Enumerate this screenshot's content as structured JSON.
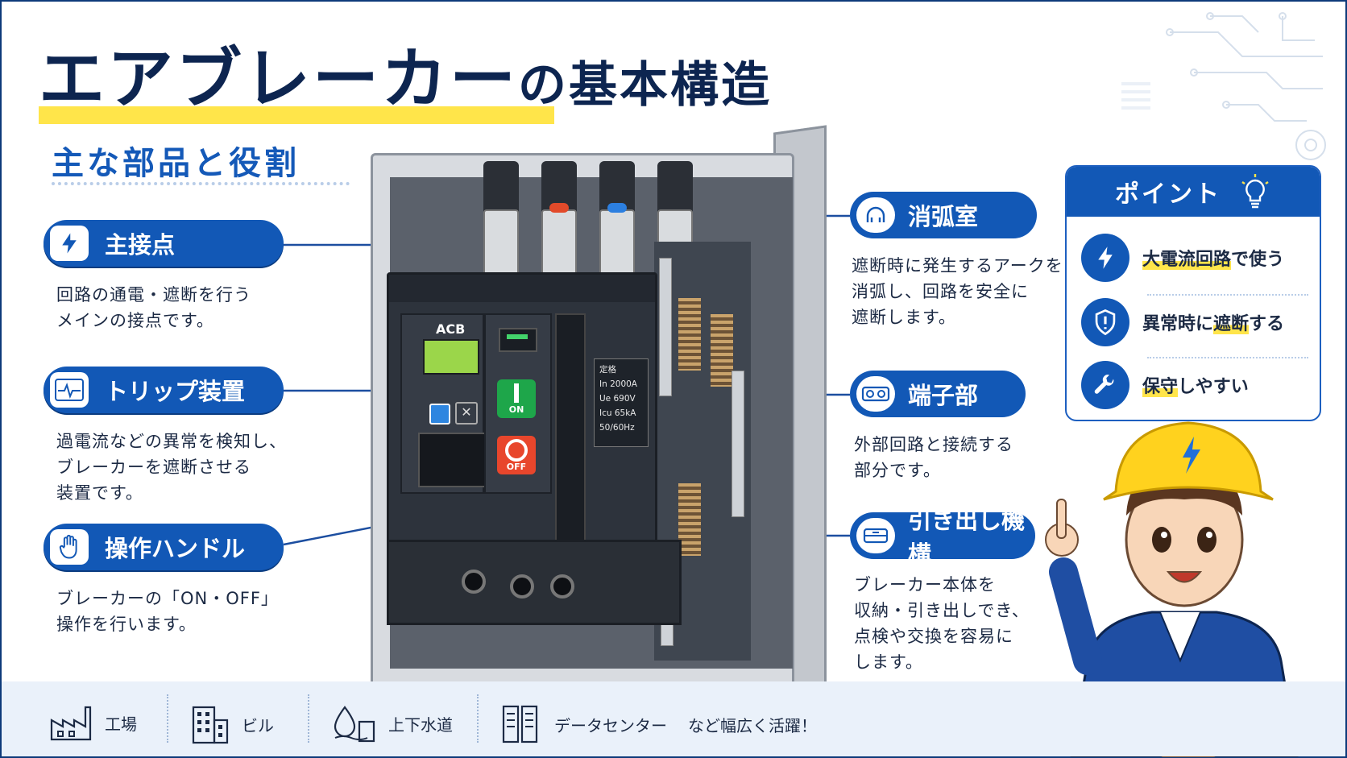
{
  "title": {
    "main": "エアブレーカー",
    "suffix": "の基本構造"
  },
  "subtitle": "主な部品と役割",
  "left_labels": [
    {
      "label": "主接点",
      "icon": "lightning-icon",
      "desc": [
        "回路の通電・遮断を行う",
        "メインの接点です。"
      ]
    },
    {
      "label": "トリップ装置",
      "icon": "waveform-monitor-icon",
      "desc": [
        "過電流などの異常を検知し、",
        "ブレーカーを遮断させる",
        "装置です。"
      ]
    },
    {
      "label": "操作ハンドル",
      "icon": "hand-icon",
      "desc": [
        "ブレーカーの「ON・OFF」",
        "操作を行います。"
      ]
    }
  ],
  "right_labels": [
    {
      "label": "消弧室",
      "icon": "arc-chamber-icon",
      "desc": [
        "遮断時に発生するアークを",
        "消弧し、回路を安全に",
        "遮断します。"
      ]
    },
    {
      "label": "端子部",
      "icon": "terminal-icon",
      "desc": [
        "外部回路と接続する",
        "部分です。"
      ]
    },
    {
      "label": "引き出し機構",
      "icon": "drawer-icon",
      "desc": [
        "ブレーカー本体を",
        "収納・引き出しでき、",
        "点検や交換を容易に",
        "します。"
      ]
    }
  ],
  "breaker": {
    "model": "ACB",
    "on_label": "ON",
    "off_label": "OFF",
    "rating": {
      "title": "定格",
      "lines": [
        "In   2000A",
        "Ue   690V",
        "Icu  65kA",
        "50/60Hz"
      ]
    }
  },
  "point": {
    "heading": "ポイント",
    "items": [
      {
        "pre": "",
        "hl": "大電流回路",
        "post": "で使う",
        "icon": "lightning-icon"
      },
      {
        "pre": "異常時に",
        "hl": "遮断",
        "post": "する",
        "icon": "shield-icon"
      },
      {
        "pre": "",
        "hl": "保守",
        "post": "しやすい",
        "icon": "wrench-icon"
      }
    ]
  },
  "footer": {
    "items": [
      {
        "label": "工場",
        "icon": "factory-icon"
      },
      {
        "label": "ビル",
        "icon": "building-icon"
      },
      {
        "label": "上下水道",
        "icon": "water-icon"
      },
      {
        "label": "データセンター",
        "icon": "server-icon"
      }
    ],
    "tail": "など幅広く活躍！"
  },
  "colors": {
    "primary": "#1258b6",
    "navy": "#0d2550",
    "highlight": "#ffe54a",
    "footer_bg": "#eaf1fa"
  }
}
